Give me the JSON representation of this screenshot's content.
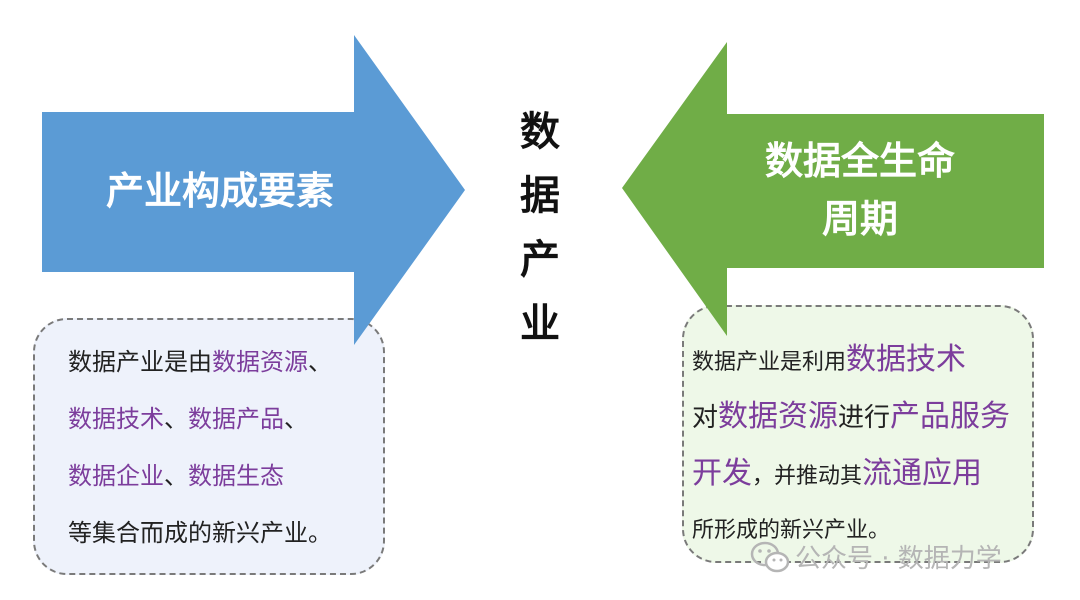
{
  "center_title": [
    "数",
    "据",
    "产",
    "业"
  ],
  "left_arrow": {
    "label": "产业构成要素",
    "color": "#5b9bd5"
  },
  "right_arrow": {
    "label_line1": "数据全生命",
    "label_line2": "周期",
    "color": "#70ad47"
  },
  "left_box": {
    "line1": {
      "t1": "数据产业是由",
      "h1": "数据资源",
      "t2": "、"
    },
    "line2": {
      "h1": "数据技术",
      "t1": "、",
      "h2": "数据产品",
      "t2": "、"
    },
    "line3": {
      "h1": "数据企业",
      "t1": "、",
      "h2": "数据生态"
    },
    "line4": "等集合而成的新兴产业。"
  },
  "right_box": {
    "line1": {
      "t1": "数据产业是利用",
      "h1": "数据技术"
    },
    "line2": {
      "t1": "对",
      "h1": "数据资源",
      "t2": "进行",
      "h2": "产品服务"
    },
    "line3": {
      "h1": "开发",
      "t1": "，并推动其",
      "h2": "流通应用"
    },
    "line4": "所形成的新兴产业。"
  },
  "highlight_color": "#7c3d9c",
  "watermark": {
    "icon": "wechat-icon",
    "text": "公众号 · 数据力学"
  }
}
